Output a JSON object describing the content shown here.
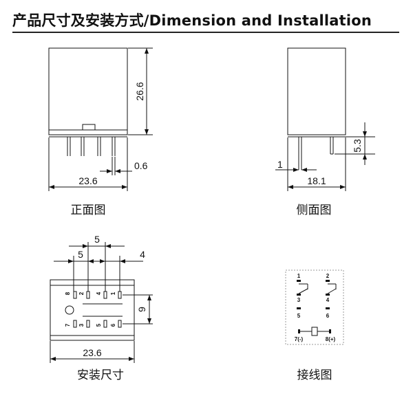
{
  "header": {
    "title": "产品尺寸及安装方式/Dimension and  Installation"
  },
  "views": {
    "front": {
      "caption": "正面图",
      "height": "26.6",
      "width": "23.6",
      "pin_width": "0.6"
    },
    "side": {
      "caption": "侧面图",
      "width": "18.1",
      "pin_length": "5.3",
      "pin_offset": "1"
    },
    "mounting": {
      "caption": "安装尺寸",
      "pitch_outer": "5",
      "pitch_inner": "5",
      "pitch_right": "4",
      "row_spacing": "9",
      "width": "23.6",
      "pin_labels": [
        "8",
        "2",
        "4",
        "1",
        "6",
        "5",
        "3",
        "7"
      ]
    },
    "wiring": {
      "caption": "接线图",
      "terminals": [
        "1",
        "2",
        "3",
        "4",
        "5",
        "6"
      ],
      "coil_neg": "7(-)",
      "coil_pos": "8(+)"
    }
  }
}
